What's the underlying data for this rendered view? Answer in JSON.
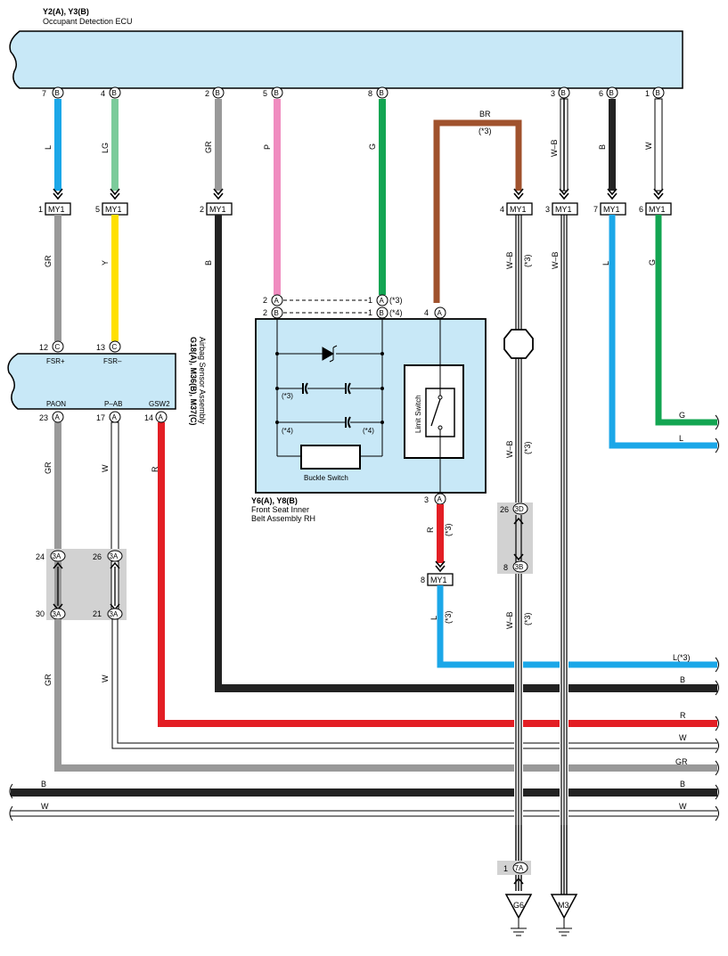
{
  "ecu": {
    "code": "Y2(A), Y3(B)",
    "name": "Occupant Detection ECU"
  },
  "ecu_pins": [
    {
      "pin": "7",
      "conn": "B",
      "color": "L",
      "hex": "#1ba7e8"
    },
    {
      "pin": "4",
      "conn": "B",
      "color": "LG",
      "hex": "#7ccb9b"
    },
    {
      "pin": "2",
      "conn": "B",
      "color": "GR",
      "hex": "#999999"
    },
    {
      "pin": "5",
      "conn": "B",
      "color": "P",
      "hex": "#f08cc0"
    },
    {
      "pin": "8",
      "conn": "B",
      "color": "G",
      "hex": "#13a552"
    },
    {
      "pin": "3",
      "conn": "B",
      "color": "W–B",
      "hex": "#ffffff"
    },
    {
      "pin": "6",
      "conn": "B",
      "color": "B",
      "hex": "#222222"
    },
    {
      "pin": "1",
      "conn": "B",
      "color": "W",
      "hex": "#ffffff"
    }
  ],
  "br_wire": {
    "color": "BR",
    "note": "(*3)",
    "hex": "#a0522d"
  },
  "my1_row": [
    {
      "pin": "1",
      "label": "MY1"
    },
    {
      "pin": "5",
      "label": "MY1"
    },
    {
      "pin": "2",
      "label": "MY1"
    },
    {
      "pin": "4",
      "label": "MY1"
    },
    {
      "pin": "3",
      "label": "MY1"
    },
    {
      "pin": "7",
      "label": "MY1"
    },
    {
      "pin": "6",
      "label": "MY1"
    }
  ],
  "below_my1": {
    "gr": "GR",
    "y": "Y",
    "b": "B",
    "wb": "W–B",
    "wb_note": "(*3)",
    "wb2": "W–B",
    "l": "L",
    "g": "G"
  },
  "airbag": {
    "code": "G18(A), M36(B), M37(C)",
    "name": "Airbag Sensor Assembly",
    "top_pins": [
      {
        "pin": "12",
        "conn": "C",
        "label": "FSR+"
      },
      {
        "pin": "13",
        "conn": "C",
        "label": "FSR–"
      }
    ],
    "bottom_pins": [
      {
        "pin": "23",
        "conn": "A",
        "label": "PAON"
      },
      {
        "pin": "17",
        "conn": "A",
        "label": "P–AB"
      },
      {
        "pin": "14",
        "conn": "A",
        "label": "GSW2"
      }
    ]
  },
  "airbag_out": {
    "gr": "GR",
    "w": "W",
    "r": "R"
  },
  "buckle": {
    "code": "Y6(A), Y8(B)",
    "name_line1": "Front Seat Inner",
    "name_line2": "Belt Assembly RH",
    "buckle_label": "Buckle Switch",
    "limit_label": "Limit Switch",
    "left_pins": [
      {
        "pin": "2",
        "conn": "A"
      },
      {
        "pin": "2",
        "conn": "B"
      }
    ],
    "right_pins": [
      {
        "pin": "1",
        "conn": "A",
        "note": "(*3)"
      },
      {
        "pin": "1",
        "conn": "B",
        "note": "(*4)"
      }
    ],
    "top_pin": {
      "pin": "4",
      "conn": "A"
    },
    "bottom_pin": {
      "pin": "3",
      "conn": "A"
    },
    "cap_notes": [
      "(*3)",
      "(*4)",
      "(*4)"
    ]
  },
  "r_wire": {
    "color": "R",
    "note": "(*3)",
    "my1_pin": "8",
    "my1_label": "MY1",
    "l": "L",
    "l_note": "(*3)"
  },
  "wb_wire": {
    "color": "W–B",
    "note": "(*3)",
    "j1": {
      "pin": "26",
      "conn": "3D"
    },
    "j2": {
      "pin": "8",
      "conn": "3B"
    },
    "color2": "W–B",
    "note2": "(*3)"
  },
  "junction_3a": [
    {
      "pin": "24",
      "conn": "3A"
    },
    {
      "pin": "26",
      "conn": "3A"
    },
    {
      "pin": "30",
      "conn": "3A"
    },
    {
      "pin": "21",
      "conn": "3A"
    }
  ],
  "lower": {
    "gr": "GR",
    "w": "W"
  },
  "bus": [
    {
      "label": "G",
      "hex": "#13a552"
    },
    {
      "label": "L",
      "hex": "#1ba7e8"
    },
    {
      "label": "L(*3)",
      "hex": "#1ba7e8"
    },
    {
      "label": "B",
      "hex": "#222222"
    },
    {
      "label": "R",
      "hex": "#e31e24"
    },
    {
      "label": "W",
      "hex": "#ffffff"
    },
    {
      "label": "GR",
      "hex": "#999999"
    },
    {
      "label": "B",
      "hex": "#222222"
    },
    {
      "label": "W",
      "hex": "#ffffff"
    },
    {
      "label": "B",
      "hex": "#222222"
    },
    {
      "label": "W",
      "hex": "#ffffff"
    }
  ],
  "ground": [
    {
      "label": "G6"
    },
    {
      "label": "M3"
    }
  ],
  "ground_conn": {
    "pin": "1",
    "conn": "7A"
  }
}
